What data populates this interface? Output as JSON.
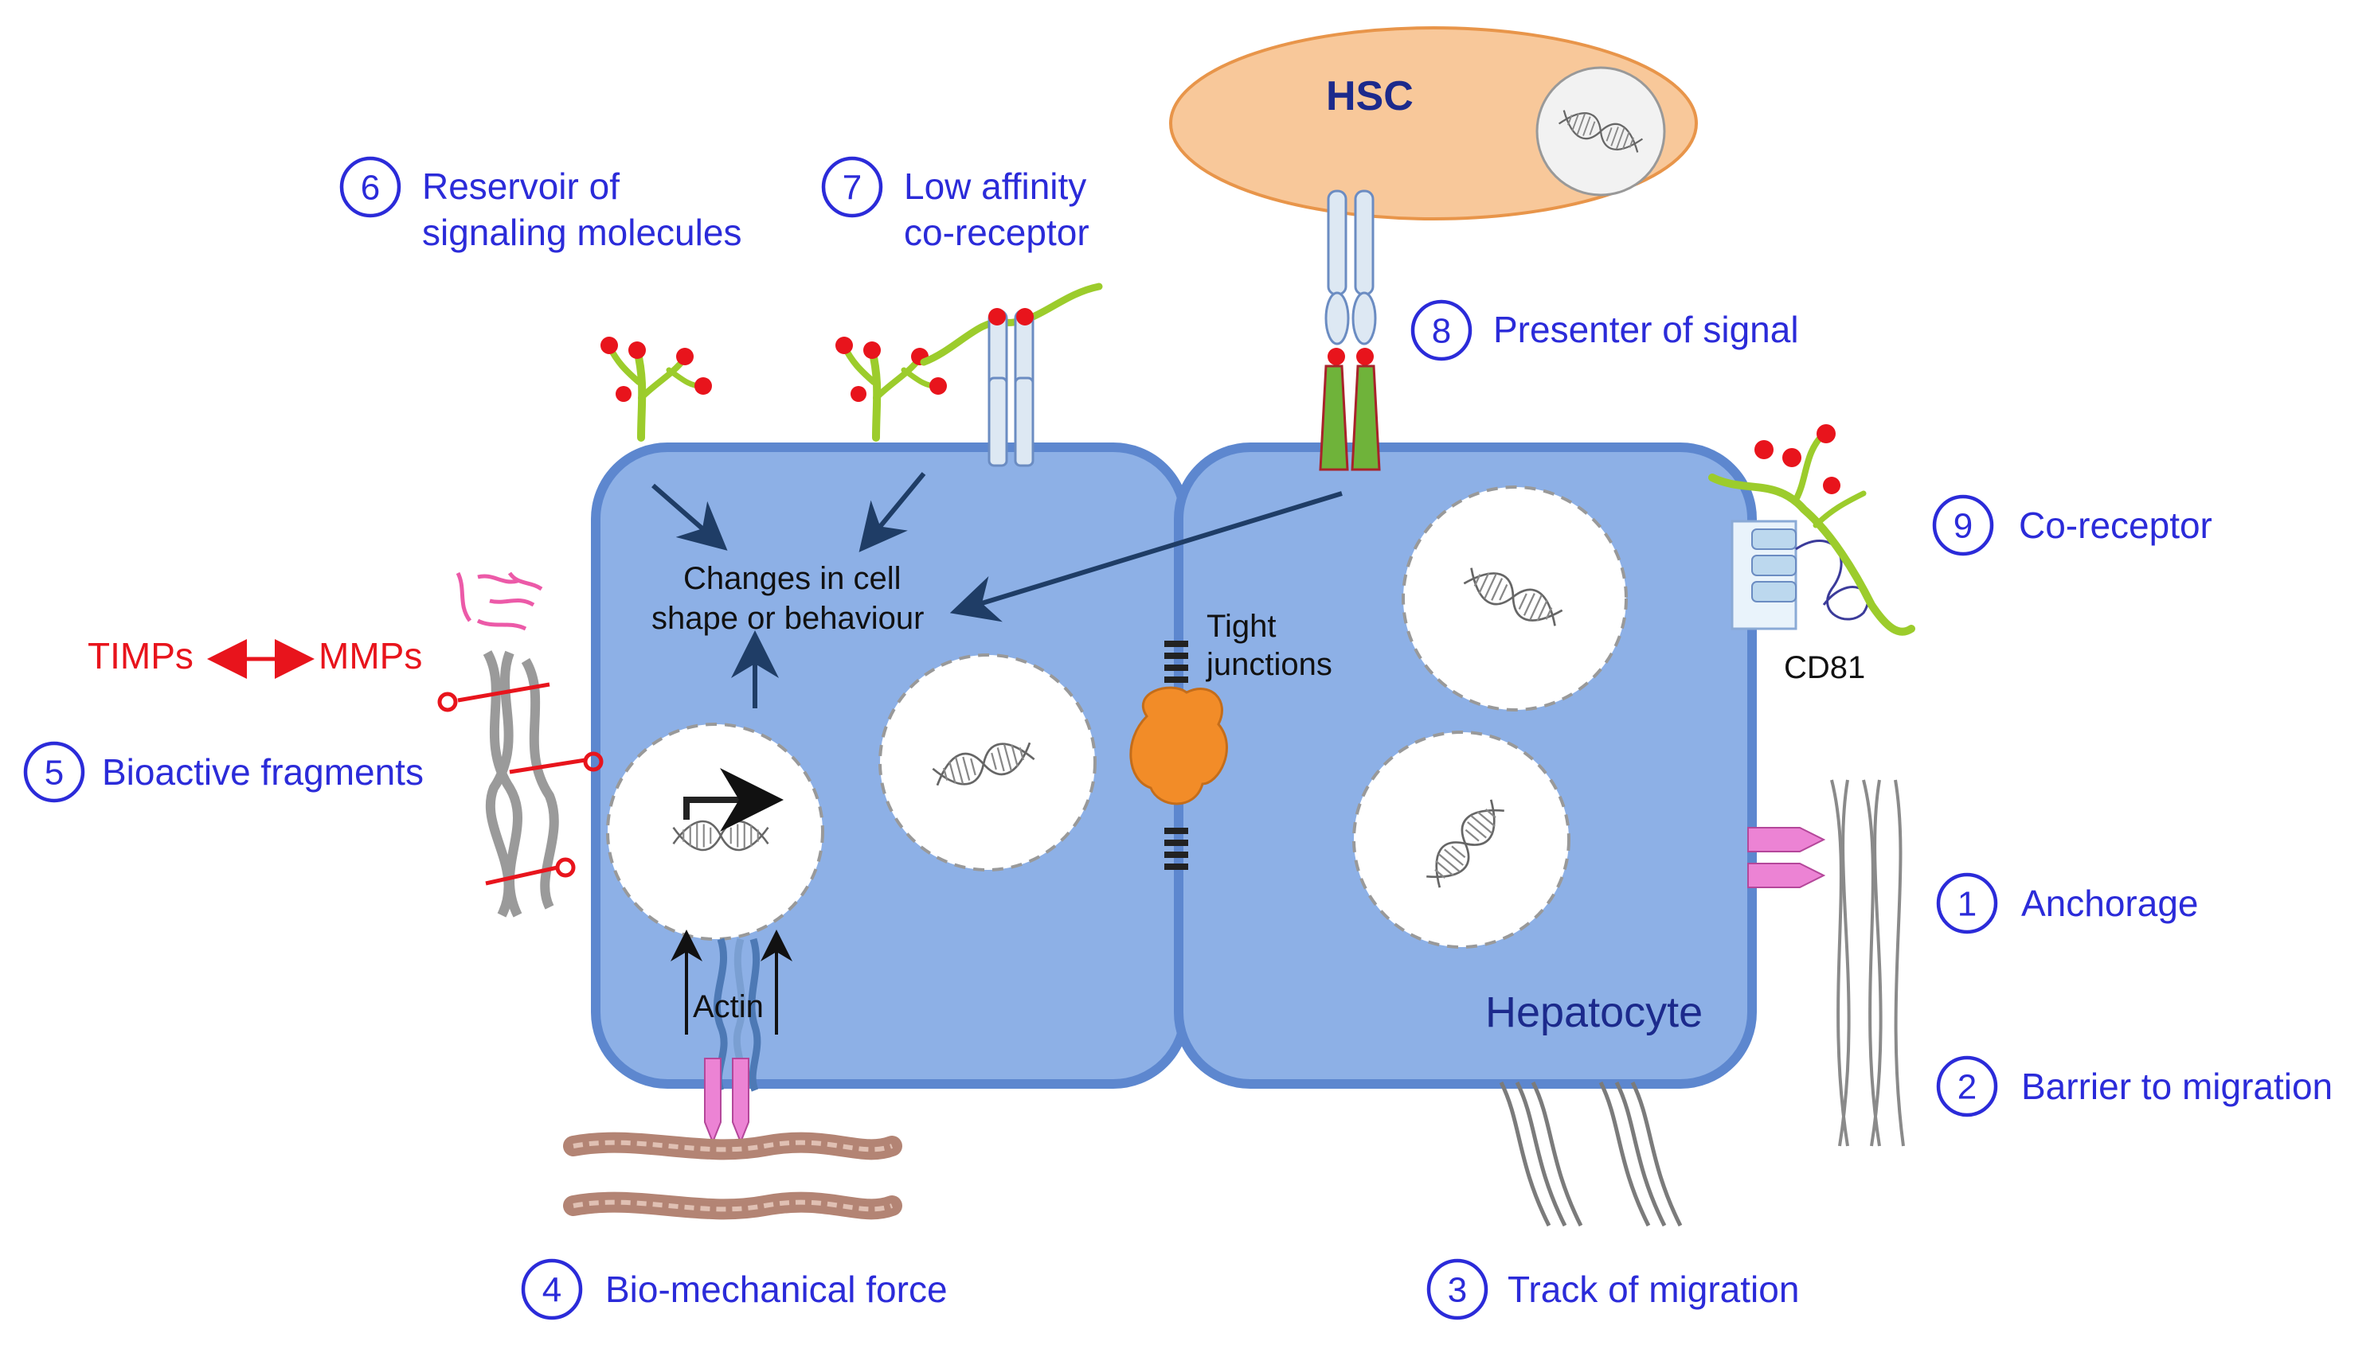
{
  "colors": {
    "cell_fill": "#8db0e6",
    "cell_stroke": "#5d87cf",
    "label_blue": "#2b2bd9",
    "hsc_fill": "#f8c89a",
    "red": "#e8141c",
    "heparan_green": "#9ccc2c",
    "tight_junction_orange": "#f28c28",
    "integrin_pink": "#ec83d4"
  },
  "hsc": {
    "label": "HSC"
  },
  "hepatocyte": {
    "label": "Hepatocyte"
  },
  "center": {
    "changes_line1": "Changes in cell",
    "changes_line2": "shape or behaviour",
    "actin": "Actin",
    "tight_line1": "Tight",
    "tight_line2": "junctions",
    "cd81": "CD81"
  },
  "enzymes": {
    "timps": "TIMPs",
    "mmps": "MMPs"
  },
  "functions": [
    {
      "num": "1",
      "lines": [
        "Anchorage"
      ]
    },
    {
      "num": "2",
      "lines": [
        "Barrier to migration"
      ]
    },
    {
      "num": "3",
      "lines": [
        "Track of migration"
      ]
    },
    {
      "num": "4",
      "lines": [
        "Bio-mechanical force"
      ]
    },
    {
      "num": "5",
      "lines": [
        "Bioactive fragments"
      ]
    },
    {
      "num": "6",
      "lines": [
        "Reservoir of",
        "signaling molecules"
      ]
    },
    {
      "num": "7",
      "lines": [
        "Low affinity",
        "co-receptor"
      ]
    },
    {
      "num": "8",
      "lines": [
        "Presenter of signal"
      ]
    },
    {
      "num": "9",
      "lines": [
        "Co-receptor"
      ]
    }
  ]
}
